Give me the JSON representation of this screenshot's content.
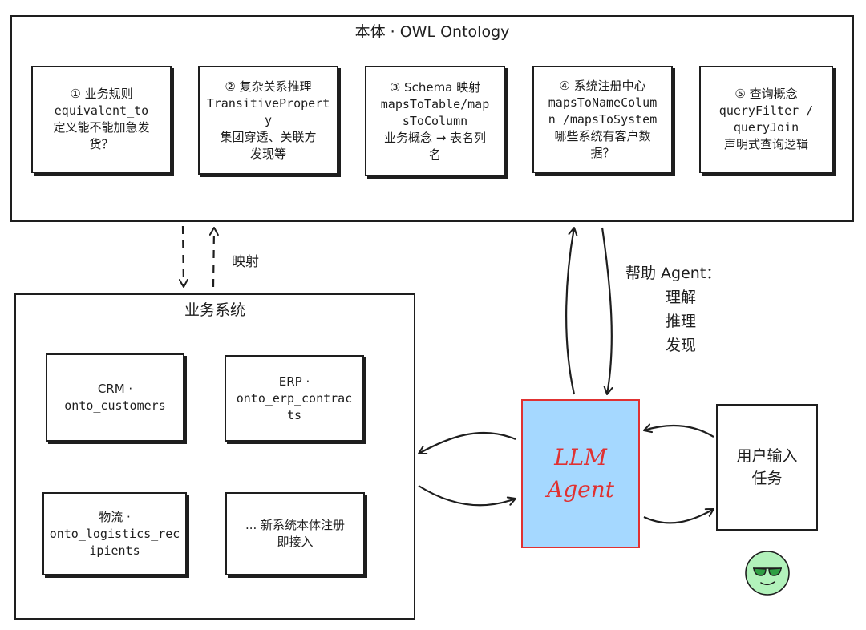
{
  "ontology": {
    "title": "本体 · OWL Ontology",
    "cards": [
      {
        "lines": [
          "① 业务规则",
          "equivalent_to",
          "定义能不能加急发",
          "货？"
        ]
      },
      {
        "lines": [
          "② 复杂关系推理",
          "TransitivePropert",
          "y",
          "集团穿透、关联方",
          "发现等"
        ]
      },
      {
        "lines": [
          "③ Schema 映射",
          "mapsToTable/map",
          "sToColumn",
          "业务概念 → 表名列",
          "名"
        ]
      },
      {
        "lines": [
          "④ 系统注册中心",
          "mapsToNameColum",
          "n /mapsToSystem",
          "哪些系统有客户数",
          "据？"
        ]
      },
      {
        "lines": [
          "⑤ 查询概念",
          "queryFilter /",
          "queryJoin",
          "声明式查询逻辑"
        ]
      }
    ]
  },
  "mapping_label": "映射",
  "help_label": {
    "lines": [
      "帮助 Agent：",
      "理解",
      "推理",
      "发现"
    ]
  },
  "business": {
    "title": "业务系统",
    "systems": [
      {
        "lines": [
          "CRM ·",
          "onto_customers"
        ]
      },
      {
        "lines": [
          "ERP ·",
          "onto_erp_contrac",
          "ts"
        ]
      },
      {
        "lines": [
          "物流 ·",
          "onto_logistics_rec",
          "ipients"
        ]
      },
      {
        "lines": [
          "... 新系统本体注册",
          "即接入"
        ]
      }
    ]
  },
  "agent": {
    "lines": [
      "LLM",
      "Agent"
    ]
  },
  "user_box": {
    "lines": [
      "用户输入",
      "任务"
    ]
  },
  "colors": {
    "agent_fill": "#a5d8ff",
    "agent_stroke": "#e03131",
    "stroke": "#1e1e1e",
    "avatar_fill": "#b2f2bb"
  },
  "icons": [
    "smiling-face-with-sunglasses-icon"
  ]
}
